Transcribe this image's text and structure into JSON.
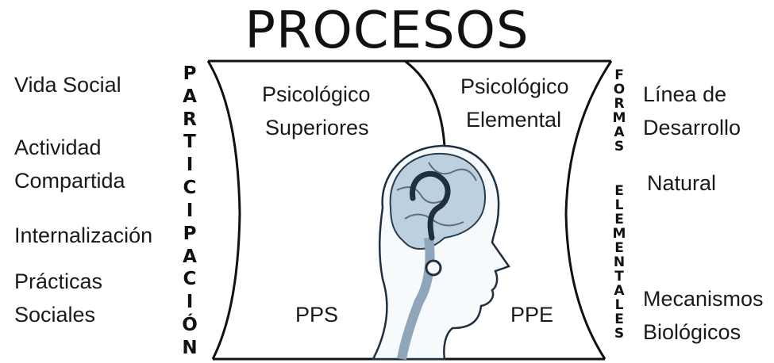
{
  "title": "PROCESOS",
  "left_labels": {
    "vida_social": "Vida Social",
    "actividad": "Actividad",
    "compartida": "Compartida",
    "internalizacion": "Internalización",
    "practicas": "Prácticas",
    "sociales": "Sociales"
  },
  "left_vertical": [
    "P",
    "A",
    "R",
    "T",
    "I",
    "C",
    "I",
    "P",
    "A",
    "C",
    "I",
    "Ó",
    "N"
  ],
  "center": {
    "psico_sup_1": "Psicológico",
    "psico_sup_2": "Superiores",
    "psico_elem_1": "Psicológico",
    "psico_elem_2": "Elemental",
    "pps": "PPS",
    "ppe": "PPE"
  },
  "right_vertical_1": [
    "F",
    "O",
    "R",
    "M",
    "A",
    "S"
  ],
  "right_vertical_2": [
    "E",
    "L",
    "E",
    "M",
    "E",
    "N",
    "T",
    "A",
    "L",
    "E",
    "S"
  ],
  "right_labels": {
    "linea": "Línea de",
    "desarrollo": "Desarrollo",
    "natural": "Natural",
    "mecanismos": "Mecanismos",
    "biologicos": "Biológicos"
  },
  "head_icon": "head-brain-question-icon"
}
